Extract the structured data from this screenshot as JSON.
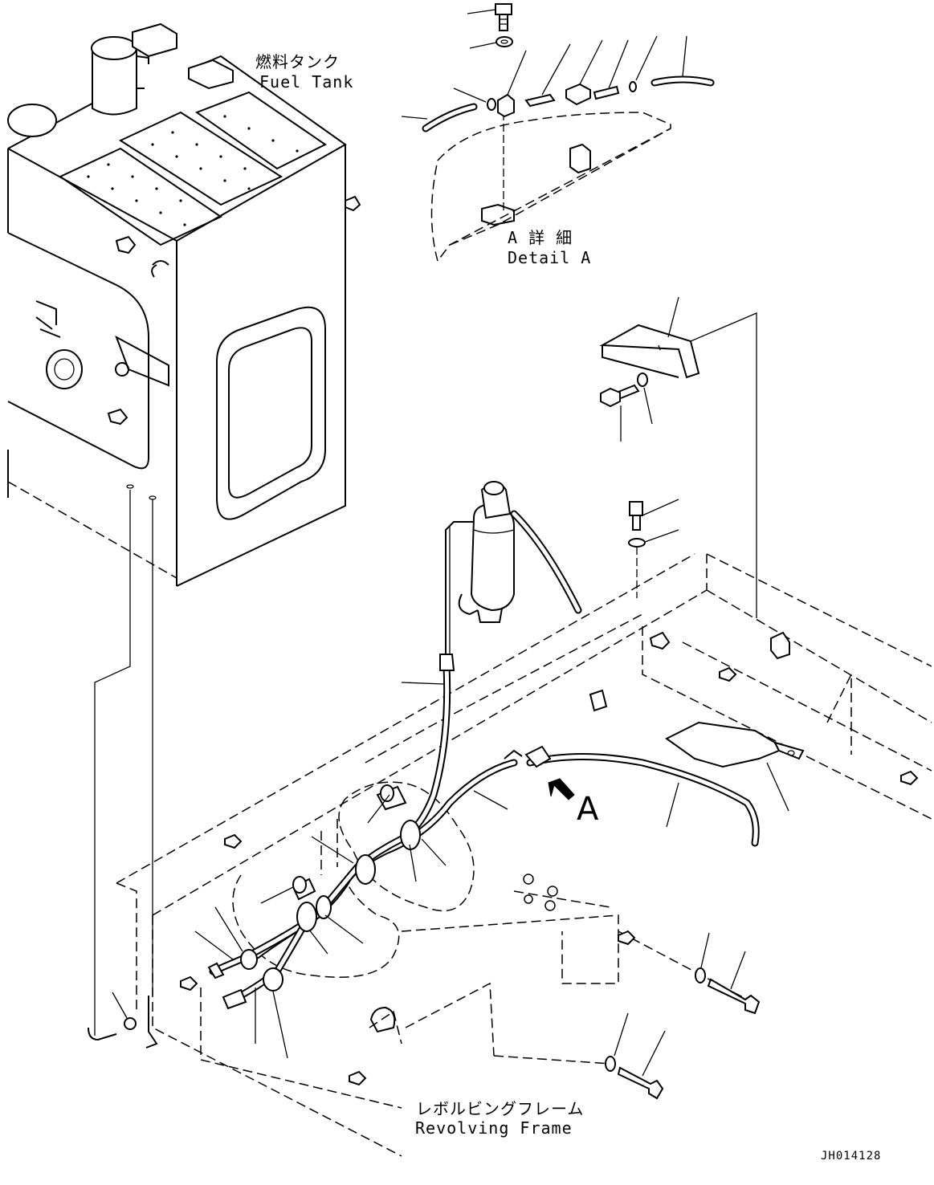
{
  "labels": {
    "fuel_tank_jp": "燃料タンク",
    "fuel_tank_en": "Fuel Tank",
    "detail_jp": "A 詳 細",
    "detail_en": "Detail A",
    "frame_jp": "レボルビングフレーム",
    "frame_en": "Revolving Frame",
    "view_letter": "A",
    "drawing_code": "JH014128"
  }
}
